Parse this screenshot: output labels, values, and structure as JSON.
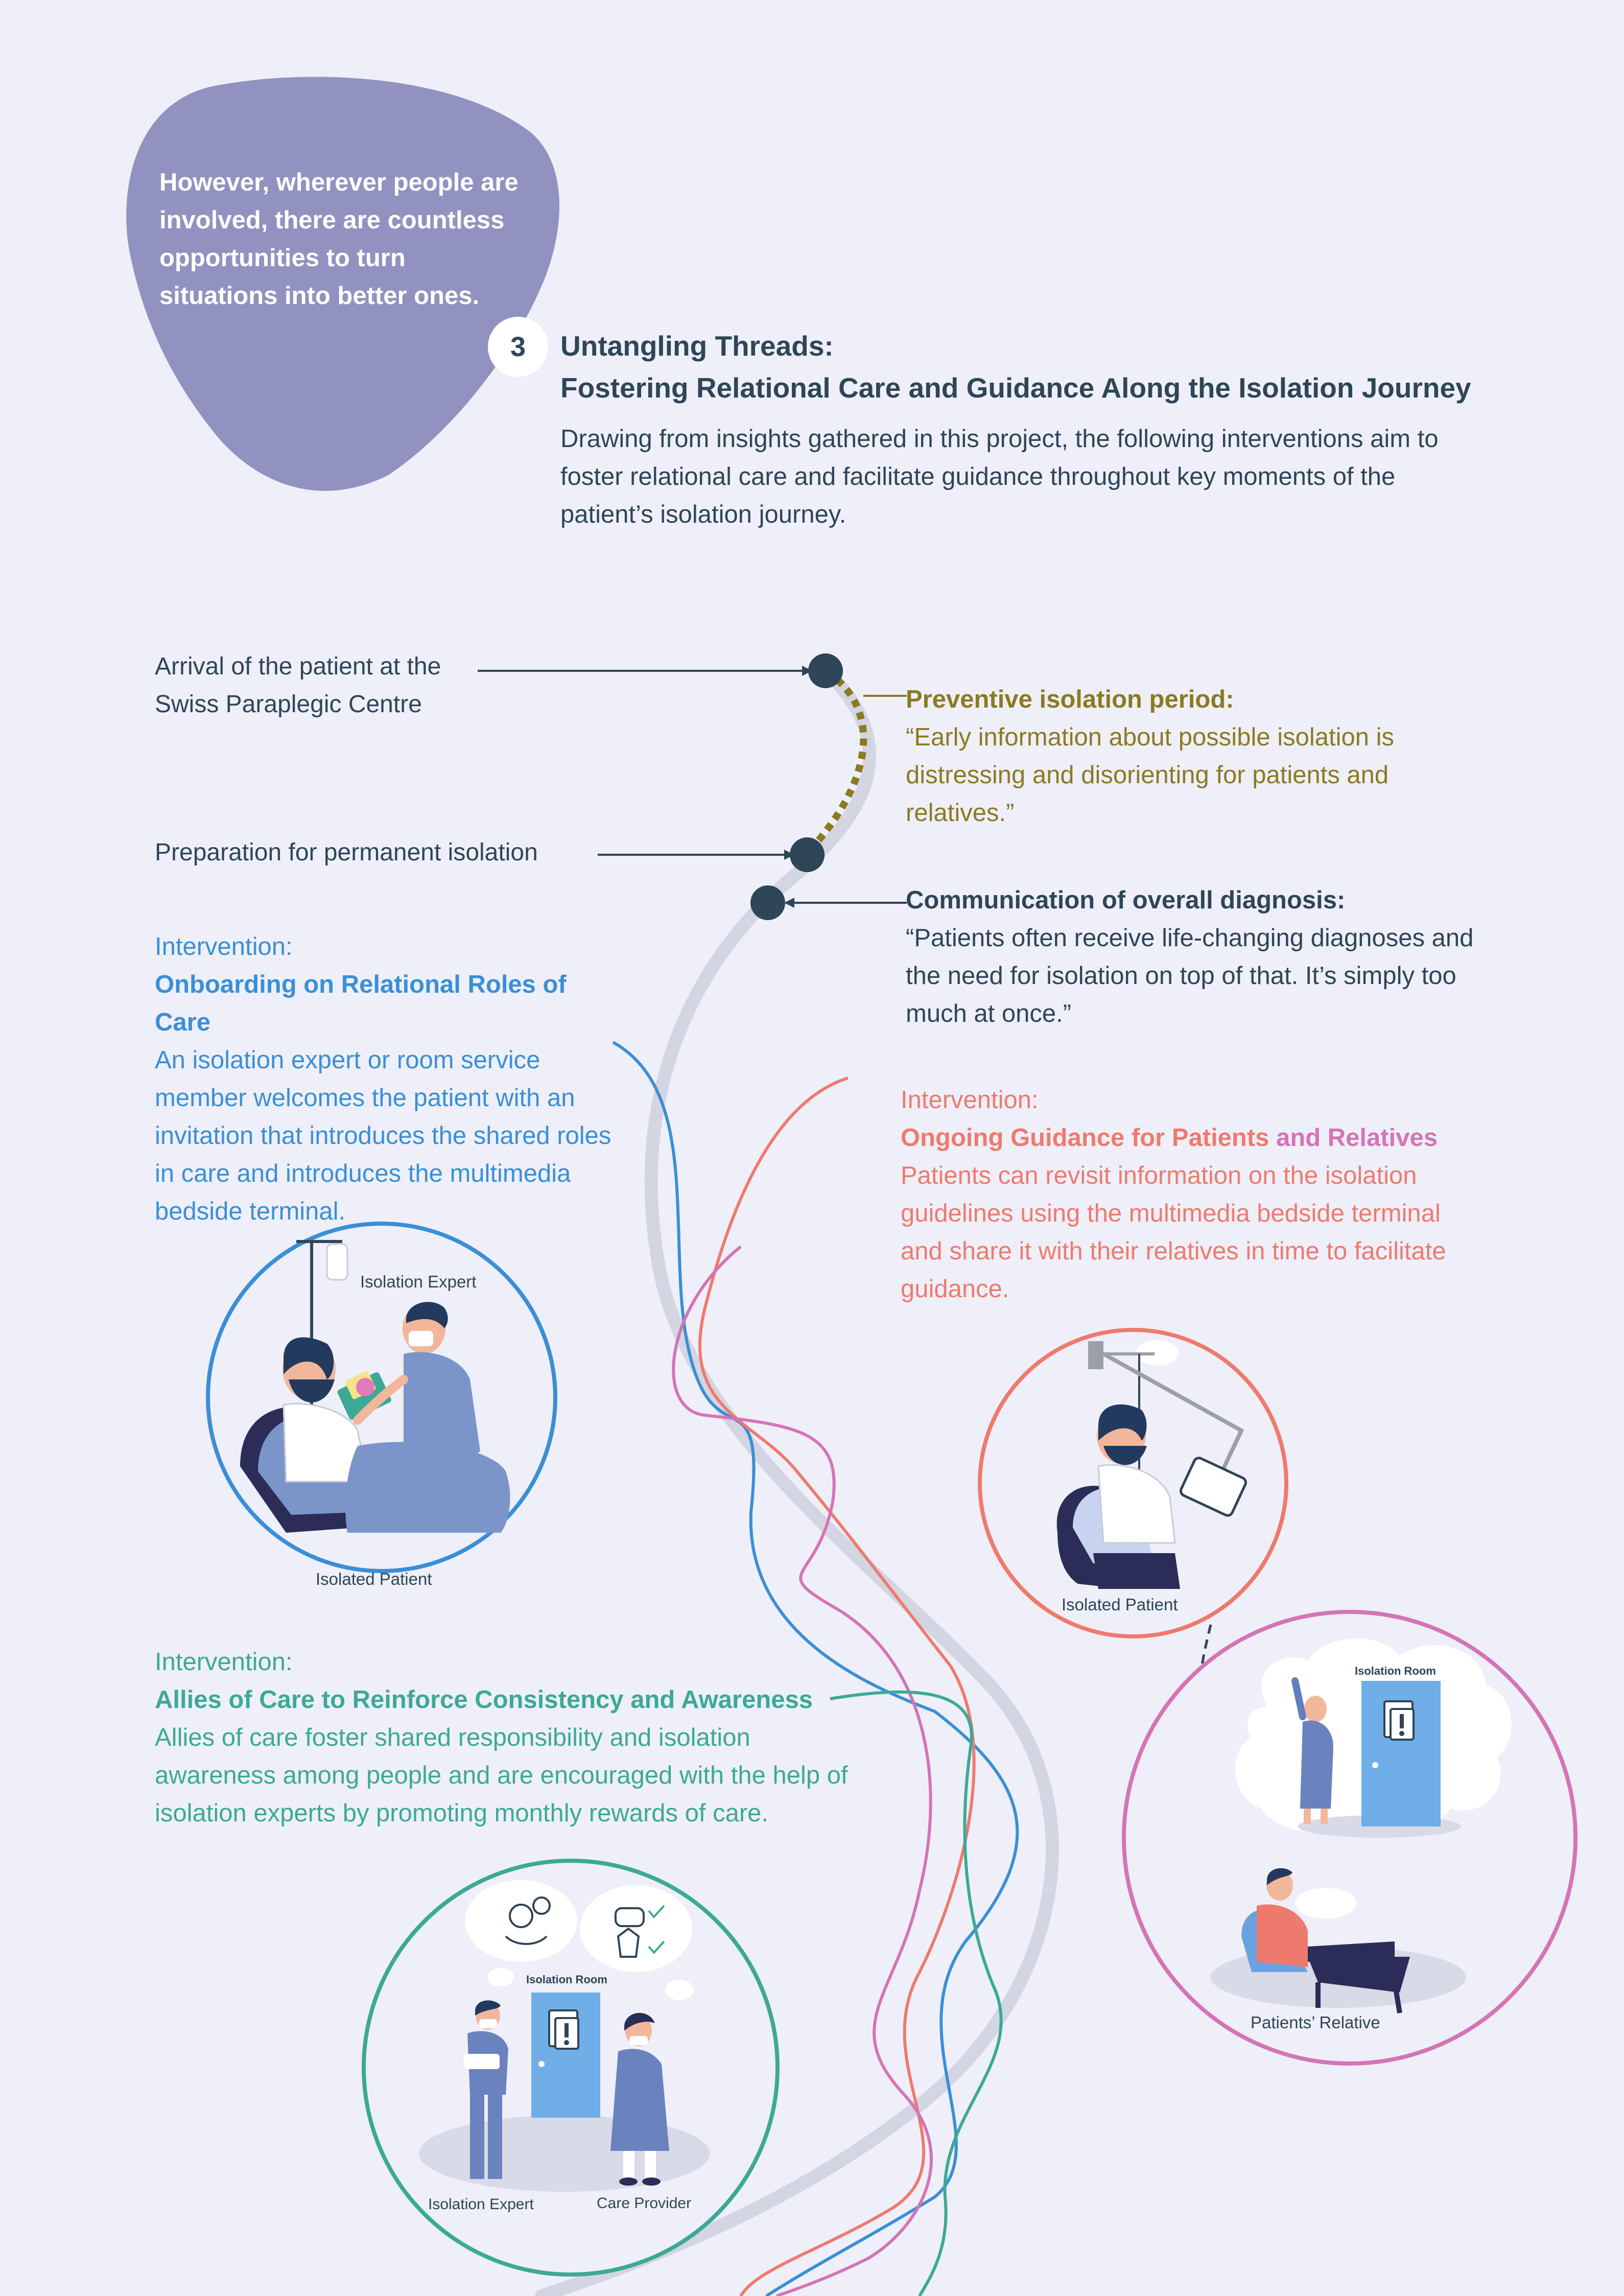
{
  "blob_text": "However, wherever people are involved, there are countless opportunities to turn situations into better ones.",
  "section": {
    "number": "3",
    "title_line1": "Untangling Threads:",
    "title_line2": "Fostering Relational Care and Guidance Along the Isolation Journey",
    "intro": "Drawing from insights gathered in this project, the following interventions aim to foster relational care and facilitate guidance throughout key moments of the patient’s isolation journey."
  },
  "journey": {
    "arrival": "Arrival of the patient at the Swiss Paraplegic Centre",
    "preparation": "Preparation for permanent isolation"
  },
  "quotes": {
    "preventive_title": "Preventive isolation period:",
    "preventive_text": "“Early information about possible isolation is distressing and disorienting for patients and relatives.”",
    "diagnosis_title": "Communication of overall diagnosis:",
    "diagnosis_text": "“Patients often receive life-changing diagnoses and the need for isolation on top of that. It’s simply too much at once.”"
  },
  "interventions": {
    "onboarding": {
      "kicker": "Intervention:",
      "title": "Onboarding on Relational Roles of Care",
      "text": "An isolation expert or room service member welcomes the patient with an invitation that introduces the shared roles in care and introduces the multimedia bedside terminal.",
      "label_expert": "Isolation Expert",
      "label_patient": "Isolated Patient"
    },
    "guidance": {
      "kicker": "Intervention:",
      "title_part1": "Ongoing Guidance for Patients ",
      "title_part2": "and Relatives",
      "text": "Patients can revisit information on the isolation guidelines using the multimedia bedside terminal and share it with their relatives in time to facilitate guidance.",
      "label_patient": "Isolated Patient",
      "label_room": "Isolation Room",
      "label_relative": "Patients’ Relative"
    },
    "allies": {
      "kicker": "Intervention:",
      "title": "Allies of Care to Reinforce Consistency and Awareness",
      "text": "Allies of care foster shared responsibility and isolation awareness among people and are encouraged with the help of isolation experts by promoting monthly rewards of care.",
      "label_room": "Isolation Room",
      "label_expert": "Isolation Expert",
      "label_provider": "Care Provider"
    }
  },
  "colors": {
    "navy": "#2f4558",
    "blob": "#9192bf",
    "olive": "#8c7a22",
    "blue": "#3a8fd6",
    "coral": "#ee7a6e",
    "pink": "#d474b6",
    "teal": "#3ca996",
    "grey_path": "#d4d5e2",
    "background": "#eeeff8"
  }
}
